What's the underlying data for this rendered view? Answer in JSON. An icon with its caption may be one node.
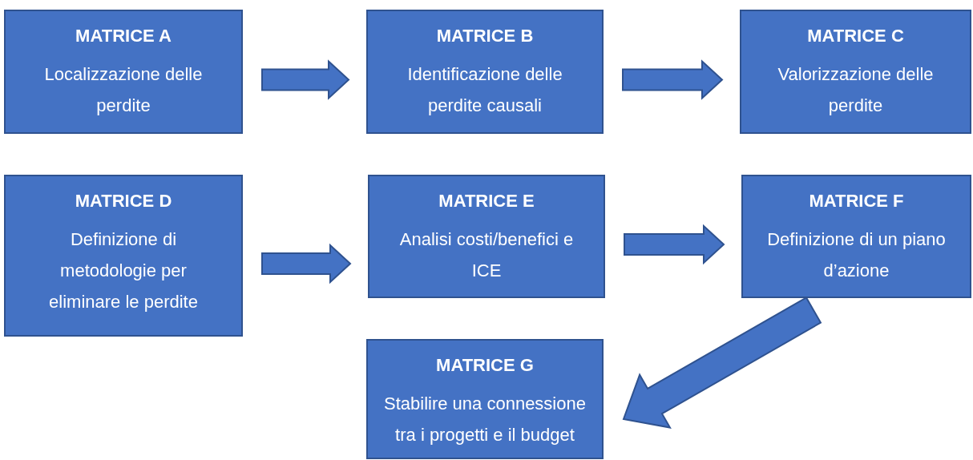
{
  "diagram": {
    "nodes": [
      {
        "text": [
          "MATRICE A",
          "Localizzazione delle perdite"
        ]
      },
      {
        "text": [
          "MATRICE B",
          "Identificazione delle perdite causali"
        ]
      },
      {
        "text": [
          "MATRICE C",
          "Valorizzazione delle perdite"
        ]
      },
      {
        "text": [
          "MATRICE D",
          "Definizione di metodologie per eliminare le perdite"
        ]
      },
      {
        "text": [
          "MATRICE E",
          "Analisi costi/benefici e ICE"
        ]
      },
      {
        "text": [
          "MATRICE F",
          "Definizione di un piano d’azione"
        ]
      },
      {
        "text": [
          "MATRICE G",
          "Stabilire una connessione tra i progetti e il budget"
        ]
      }
    ],
    "edges": [
      {
        "from": 0,
        "to": 1,
        "arrow": "to"
      },
      {
        "from": 1,
        "to": 2,
        "arrow": "to"
      },
      {
        "from": 3,
        "to": 4,
        "arrow": "to"
      },
      {
        "from": 4,
        "to": 5,
        "arrow": "to"
      },
      {
        "from": 5,
        "to": 6,
        "arrow": "to"
      }
    ]
  }
}
